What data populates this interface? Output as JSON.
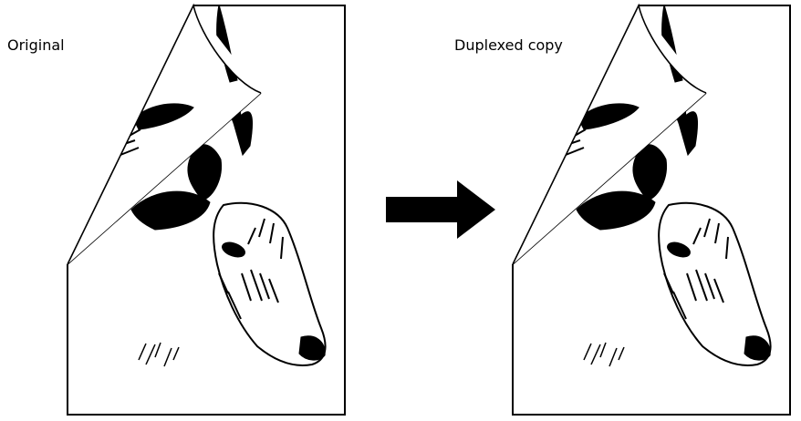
{
  "labels": {
    "original": "Original",
    "copy": "Duplexed copy"
  },
  "icons": {
    "arrow": "right-arrow-icon",
    "page": "deer-illustration-page"
  },
  "colors": {
    "ink": "#000000",
    "paper": "#ffffff"
  }
}
